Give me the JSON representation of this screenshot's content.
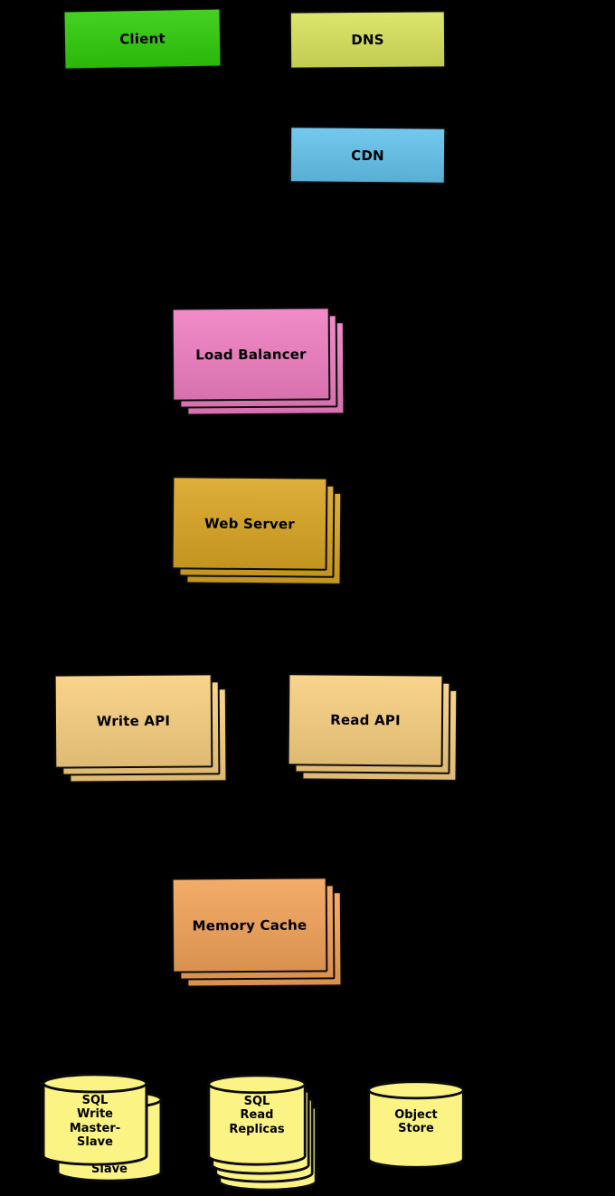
{
  "canvas": {
    "background": "#000000"
  },
  "nodes": {
    "client": {
      "label": "Client",
      "color": "#2FCC0A"
    },
    "dns": {
      "label": "DNS",
      "color": "#D8E25B"
    },
    "cdn": {
      "label": "CDN",
      "color": "#63C2EC"
    },
    "load_balancer": {
      "label": "Load Balancer",
      "color": "#F07EC2"
    },
    "web_server": {
      "label": "Web Server",
      "color": "#D9A522"
    },
    "write_api": {
      "label": "Write API",
      "color": "#F8CF80"
    },
    "read_api": {
      "label": "Read API",
      "color": "#F8CF80"
    },
    "memory_cache": {
      "label": "Memory Cache",
      "color": "#F2A258"
    },
    "sql_write_master_slave": {
      "label": "SQL\nWrite\nMaster-\nSlave",
      "back_label": "Slave",
      "color": "#FBF383"
    },
    "sql_read_replicas": {
      "label": "SQL\nRead\nReplicas",
      "color": "#FBF383"
    },
    "object_store": {
      "label": "Object\nStore",
      "color": "#FBF383"
    }
  }
}
